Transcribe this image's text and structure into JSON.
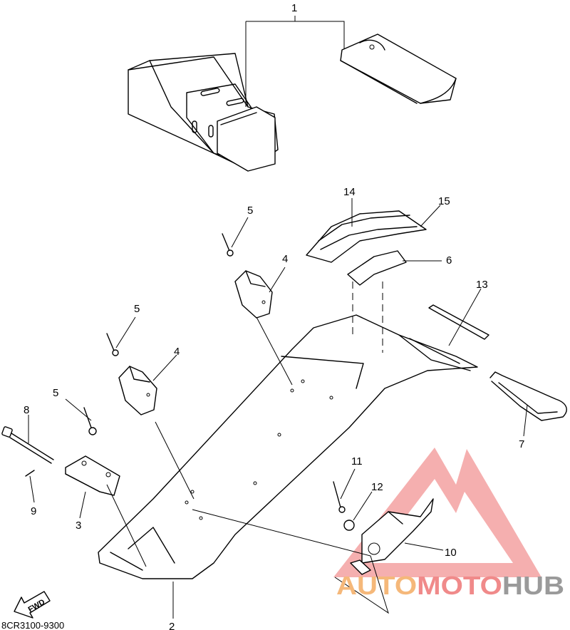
{
  "diagram": {
    "part_code": "8CR3100-9300",
    "fwd_label": "FWD",
    "callouts": [
      "1",
      "2",
      "3",
      "4",
      "4",
      "5",
      "5",
      "5",
      "6",
      "7",
      "8",
      "9",
      "10",
      "11",
      "12",
      "13",
      "14",
      "15"
    ]
  },
  "watermark": {
    "auto": "AUTO",
    "moto": "MOTO",
    "hub": "HUB",
    "colors": {
      "triangle": "#f08a8a",
      "auto": "#f5b87a",
      "moto": "#f08a8a",
      "hub": "#9a9a9a"
    }
  }
}
